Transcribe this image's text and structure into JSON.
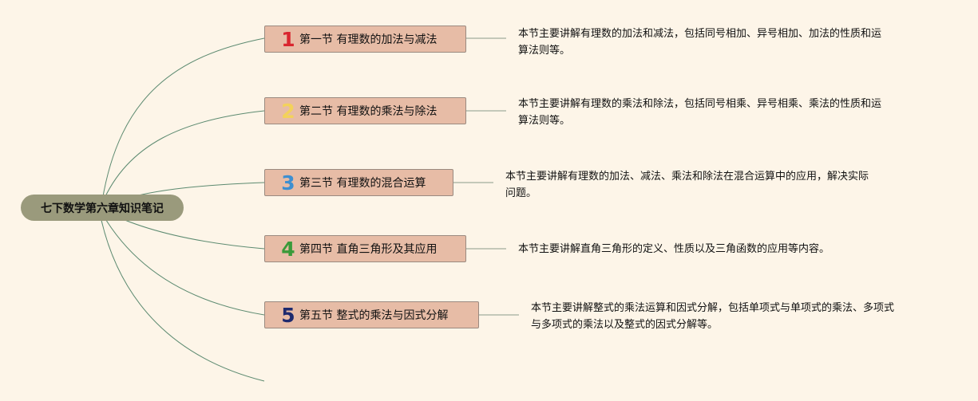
{
  "map": {
    "root": {
      "label": "七下数学第六章知识笔记"
    },
    "topics": [
      {
        "number": "1",
        "number_color": "#d9262f",
        "label": "第一节 有理数的加法与减法",
        "note": "本节主要讲解有理数的加法和减法，包括同号相加、异号相加、加法的性质和运\n算法则等。"
      },
      {
        "number": "2",
        "number_color": "#f3d25a",
        "label": "第二节 有理数的乘法与除法",
        "note": "本节主要讲解有理数的乘法和除法，包括同号相乘、异号相乘、乘法的性质和运\n算法则等。"
      },
      {
        "number": "3",
        "number_color": "#3d8fd1",
        "label": "第三节 有理数的混合运算",
        "note": "本节主要讲解有理数的加法、减法、乘法和除法在混合运算中的应用，解决实际\n问题。"
      },
      {
        "number": "4",
        "number_color": "#3a9a3a",
        "label": "第四节 直角三角形及其应用",
        "note": "本节主要讲解直角三角形的定义、性质以及三角函数的应用等内容。"
      },
      {
        "number": "5",
        "number_color": "#1e2a6e",
        "label": "第五节 整式的乘法与因式分解",
        "note": "本节主要讲解整式的乘法运算和因式分解，包括单项式与单项式的乘法、多项式\n与多项式的乘法以及整式的因式分解等。"
      }
    ]
  },
  "colors": {
    "background": "#fdf5e8",
    "root_fill": "#9a9a7c",
    "topic_fill": "#e7bca6",
    "branch_line": "#5c8a70",
    "note_line": "#8a9a8a"
  }
}
